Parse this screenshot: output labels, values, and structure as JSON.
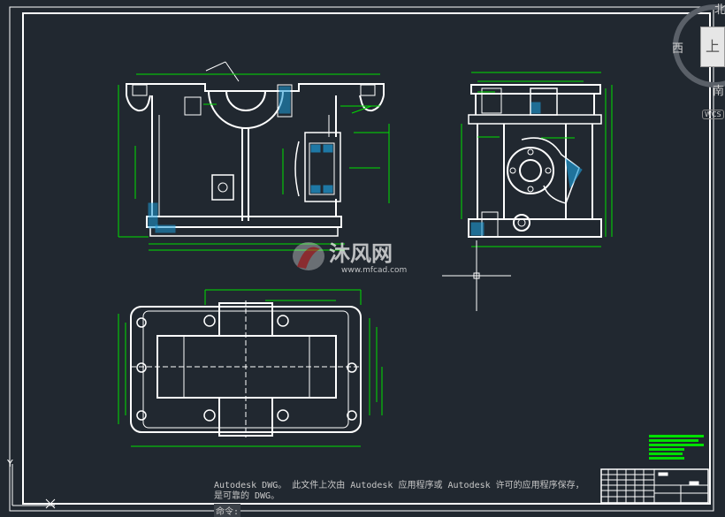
{
  "viewcube": {
    "north": "北",
    "west": "西",
    "south": "南",
    "face": "上",
    "wcs": "WCS"
  },
  "ucs": {
    "y_axis": "Y",
    "x_marker": "X"
  },
  "watermark": {
    "brand": "沐风网",
    "url": "www.mfcad.com"
  },
  "command_line": {
    "message": "Autodesk DWG。  此文件上次由 Autodesk 应用程序或 Autodesk 许可的应用程序保存，是可靠的 DWG。",
    "prompt": "命令:"
  },
  "colors": {
    "background": "#212830",
    "drawing_lines": "#ffffff",
    "dimensions": "#00e000",
    "hatch": "#1e9bd7",
    "border": "#ffffff"
  }
}
